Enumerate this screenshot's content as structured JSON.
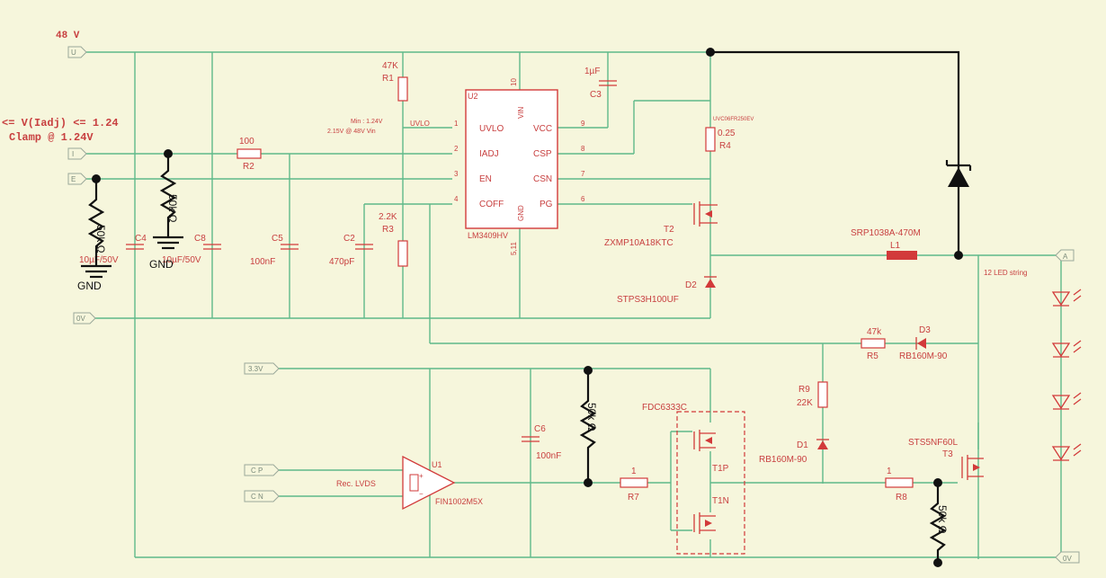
{
  "header": {
    "vin_label": "48 V",
    "note_line1": "<= V(Iadj) <= 1.24",
    "note_line2": "Clamp @ 1.24V"
  },
  "ports": {
    "vin": "U",
    "iadj": "I",
    "en": "E",
    "zero_top": "0V",
    "v33": "3.3V",
    "cp": "C P",
    "cn": "C N",
    "anode": "A",
    "zero_bottom": "0V"
  },
  "ic": {
    "ref": "U2",
    "part": "LM3409HV",
    "pins_left": [
      {
        "num": "1",
        "name": "UVLO"
      },
      {
        "num": "2",
        "name": "IADJ"
      },
      {
        "num": "3",
        "name": "EN"
      },
      {
        "num": "4",
        "name": "COFF"
      }
    ],
    "pins_right": [
      {
        "num": "9",
        "name": "VCC"
      },
      {
        "num": "8",
        "name": "CSP"
      },
      {
        "num": "7",
        "name": "CSN"
      },
      {
        "num": "6",
        "name": "PG"
      }
    ],
    "pin_top": "10",
    "pin_top_name": "VIN",
    "pin_bottom": "5,11",
    "pin_bottom_name": "GND",
    "uvlo_note1": "Min : 1.24V",
    "uvlo_note2": "2.15V @ 48V Vin",
    "uvlo_short": "UVLO"
  },
  "components": {
    "r1_ref": "R1",
    "r1_val": "47K",
    "r2_ref": "R2",
    "r2_val": "100",
    "r3_ref": "R3",
    "r3_val": "2.2K",
    "r4_ref": "R4",
    "r4_val": "0.25",
    "r4_part": "UVC06FR250EV",
    "r5_ref": "R5",
    "r5_val": "47k",
    "r7_ref": "R7",
    "r7_val": "1",
    "r8_ref": "R8",
    "r8_val": "1",
    "r9_ref": "R9",
    "r9_val": "22K",
    "c3_ref": "C3",
    "c3_val": "1µF",
    "c4_ref": "C4",
    "c4_val": "10µF/50V",
    "c8_ref": "C8",
    "c8_val": "10µF/50V",
    "c5_ref": "C5",
    "c5_val": "100nF",
    "c2_ref": "C2",
    "c2_val": "470pF",
    "c6_ref": "C6",
    "c6_val": "100nF",
    "t2_ref": "T2",
    "t2_part": "ZXMP10A18KTC",
    "d2_ref": "D2",
    "d2_part": "STPS3H100UF",
    "l1_ref": "L1",
    "l1_part": "SRP1038A-470M",
    "d3_ref": "D3",
    "d3_part": "RB160M-90",
    "d1_ref": "D1",
    "d1_part": "RB160M-90",
    "fdc_part": "FDC6333C",
    "t1p": "T1P",
    "t1n": "T1N",
    "t3_ref": "T3",
    "t3_part": "STS5NF60L",
    "u1_ref": "U1",
    "u1_part": "FIN1002M5X",
    "rec_label": "Rec. LVDS",
    "led_label": "12 LED string"
  },
  "annotations": {
    "res_a": "50k Ω",
    "res_b": "50k Ω",
    "res_c": "50k Ω",
    "res_d": "50k Ω",
    "gnd_a": "GND",
    "gnd_b": "GND"
  },
  "colors": {
    "background": "#f6f6dc",
    "wire": "#5fb98a",
    "component": "#d23a3a",
    "overlay": "#111111"
  }
}
